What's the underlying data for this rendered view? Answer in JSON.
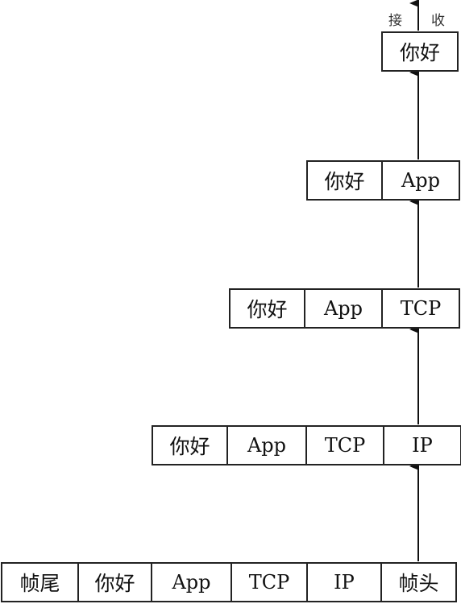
{
  "receive_label": [
    "接",
    "收"
  ],
  "layers": [
    {
      "fields": [
        "你好"
      ]
    },
    {
      "fields": [
        "你好",
        "App"
      ]
    },
    {
      "fields": [
        "你好",
        "App",
        "TCP"
      ]
    },
    {
      "fields": [
        "你好",
        "App",
        "TCP",
        "IP"
      ]
    },
    {
      "fields": [
        "帧尾",
        "你好",
        "App",
        "TCP",
        "IP",
        "帧头"
      ]
    }
  ]
}
